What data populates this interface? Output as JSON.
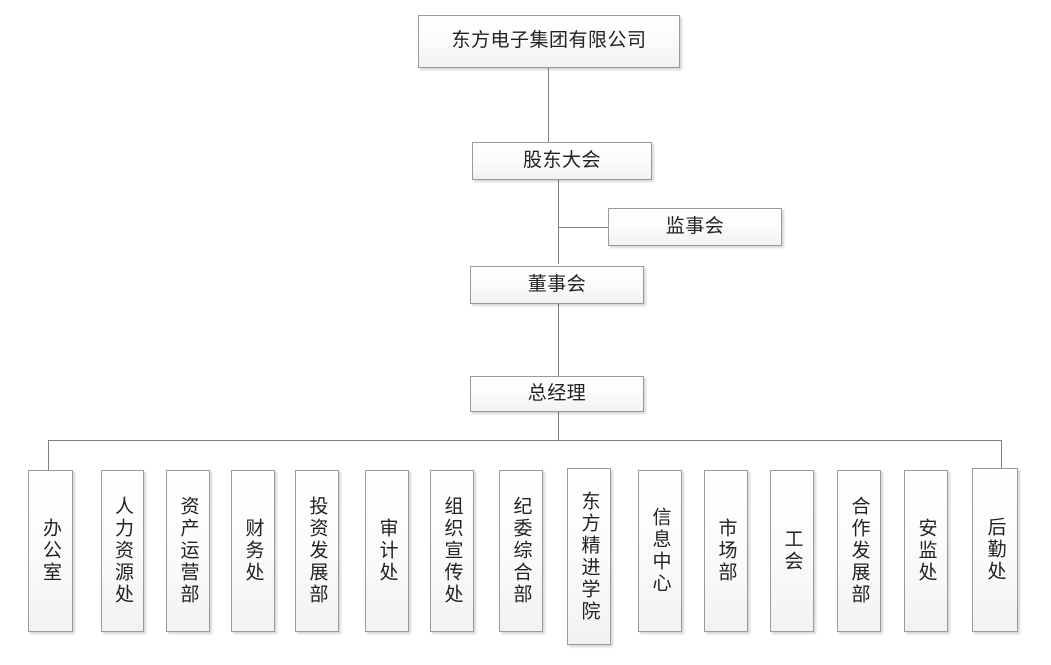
{
  "diagram": {
    "type": "organization-chart",
    "title_node": {
      "label": "东方电子集团有限公司"
    },
    "governance": [
      {
        "id": "shareholders",
        "label": "股东大会"
      },
      {
        "id": "supervisors",
        "label": "监事会"
      },
      {
        "id": "board",
        "label": "董事会"
      },
      {
        "id": "general-manager",
        "label": "总经理"
      }
    ],
    "departments": [
      {
        "id": "dept-1",
        "label": "办公室"
      },
      {
        "id": "dept-2",
        "label": "人力资源处"
      },
      {
        "id": "dept-3",
        "label": "资产运营部"
      },
      {
        "id": "dept-4",
        "label": "财务处"
      },
      {
        "id": "dept-5",
        "label": "投资发展部"
      },
      {
        "id": "dept-6",
        "label": "审计处"
      },
      {
        "id": "dept-7",
        "label": "组织宣传处"
      },
      {
        "id": "dept-8",
        "label": "纪委综合部"
      },
      {
        "id": "dept-9",
        "label": "东方精进学院"
      },
      {
        "id": "dept-10",
        "label": "信息中心"
      },
      {
        "id": "dept-11",
        "label": "市场部"
      },
      {
        "id": "dept-12",
        "label": "工会"
      },
      {
        "id": "dept-13",
        "label": "合作发展部"
      },
      {
        "id": "dept-14",
        "label": "安监处"
      },
      {
        "id": "dept-15",
        "label": "后勤处"
      }
    ],
    "colors": {
      "box_border": "#9a9a9a",
      "box_fill": "#f7f7f7",
      "connector": "#7f7f7f",
      "text": "#222222",
      "canvas": "#ffffff"
    }
  }
}
